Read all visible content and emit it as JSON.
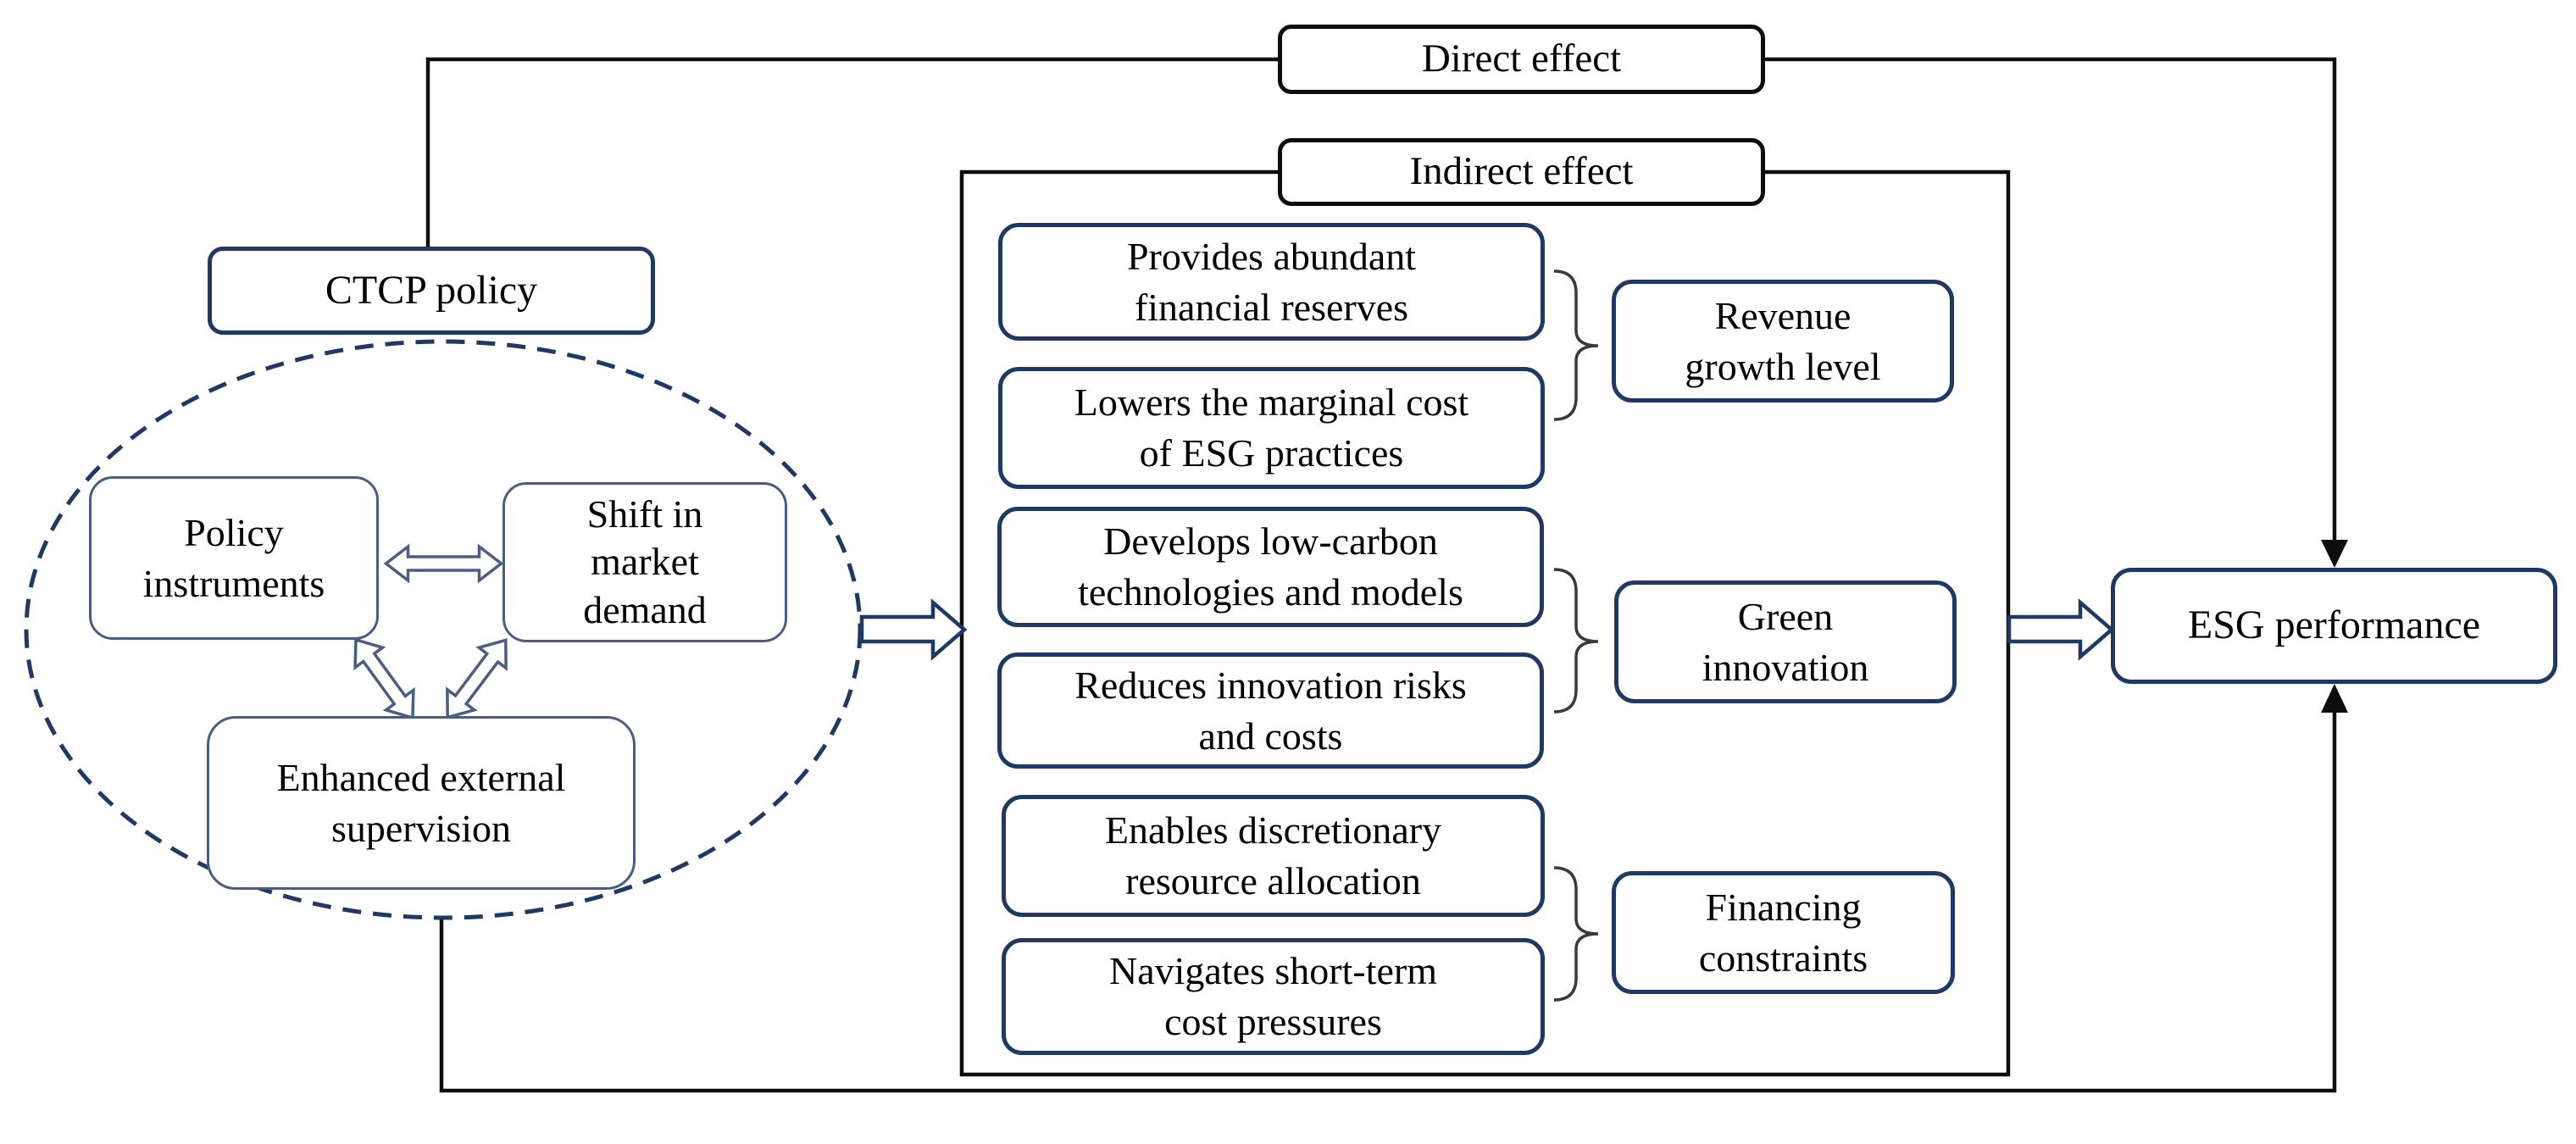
{
  "colors": {
    "navy": "#1f3864",
    "soft_navy": "#4a5d82",
    "line_black": "#0d0d0d",
    "bracket_gray": "#3a3a3a",
    "background": "#ffffff"
  },
  "effects": {
    "direct": "Direct effect",
    "indirect": "Indirect effect"
  },
  "policy": {
    "label": "CTCP policy",
    "drivers": {
      "instruments": "Policy\ninstruments",
      "market_demand": "Shift in\nmarket\ndemand",
      "supervision": "Enhanced external\nsupervision"
    }
  },
  "mechanisms": [
    {
      "input1": "Provides abundant\nfinancial reserves",
      "input2": "Lowers the marginal cost\nof ESG practices",
      "mediator": "Revenue\ngrowth level"
    },
    {
      "input1": "Develops low-carbon\ntechnologies and models",
      "input2": "Reduces innovation risks\nand costs",
      "mediator": "Green\ninnovation"
    },
    {
      "input1": "Enables discretionary\nresource allocation",
      "input2": "Navigates short-term\ncost pressures",
      "mediator": "Financing\nconstraints"
    }
  ],
  "outcome": {
    "label": "ESG performance"
  }
}
